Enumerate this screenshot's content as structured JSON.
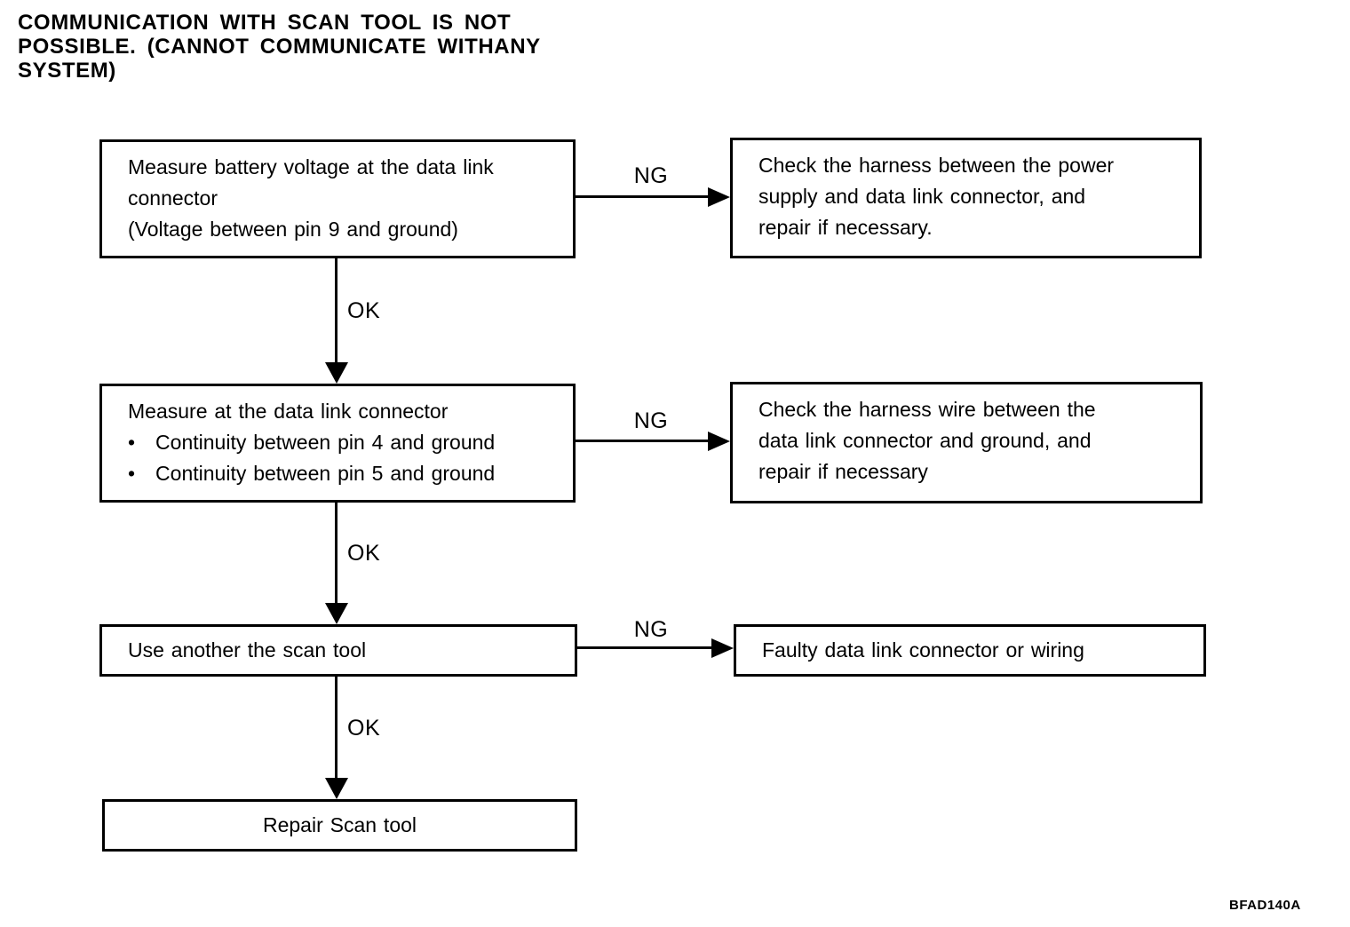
{
  "page": {
    "title": "COMMUNICATION WITH SCAN TOOL IS NOT\nPOSSIBLE. (CANNOT COMMUNICATE WITHANY\nSYSTEM)",
    "figure_code": "BFAD140A"
  },
  "colors": {
    "ink": "#000000",
    "paper": "#ffffff"
  },
  "flow": {
    "rows": [
      {
        "step": "Measure battery voltage at the data link\nconnector\n(Voltage between pin 9 and ground)",
        "ok_label": "OK",
        "ng_label": "NG",
        "result": "Check the harness between the power\nsupply and data link connector, and\nrepair if necessary."
      },
      {
        "step": "Measure at the data link connector\n• Continuity between pin 4 and ground\n• Continuity between pin 5 and ground",
        "ok_label": "OK",
        "ng_label": "NG",
        "result": "Check the harness wire between the\ndata link connector and ground, and\nrepair if necessary"
      },
      {
        "step": "Use another the scan tool",
        "ok_label": "OK",
        "ng_label": "NG",
        "result": "Faulty data link connector or wiring"
      },
      {
        "step": "Repair Scan tool"
      }
    ]
  }
}
